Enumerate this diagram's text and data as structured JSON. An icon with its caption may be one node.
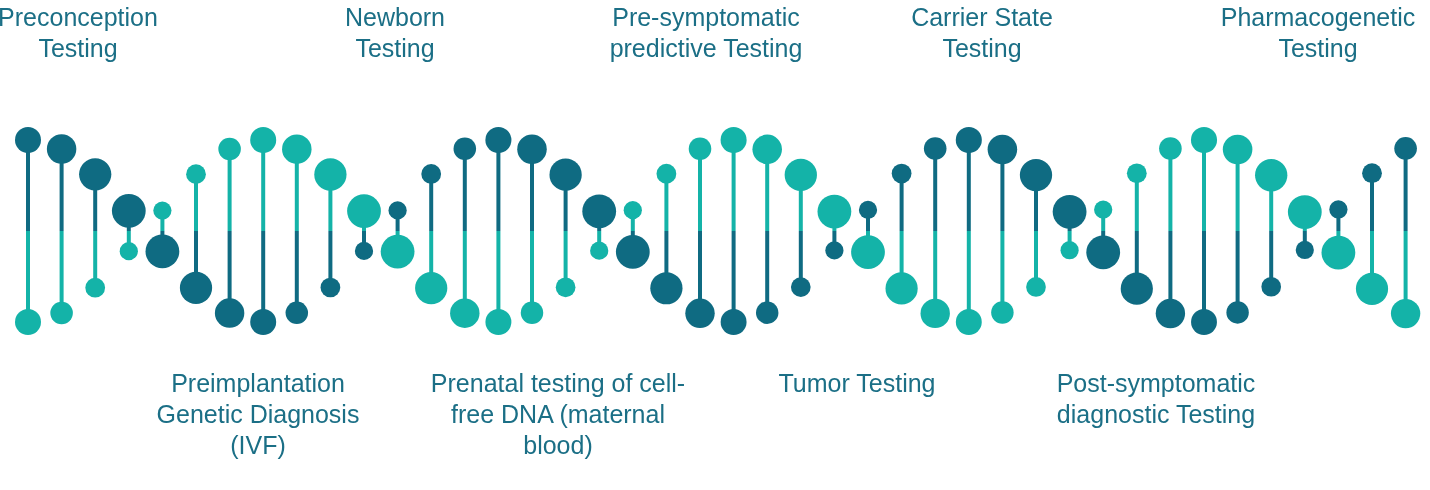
{
  "diagram": {
    "labels": [
      "Preconception Testing",
      "Newborn Testing",
      "Pre-symptomatic predictive Testing",
      "Carrier State Testing",
      "Pharmacogenetic Testing",
      "Preimplantation Genetic Diagnosis (IVF)",
      "Prenatal testing of cell-free DNA (maternal blood)",
      "Tumor Testing",
      "Post-symptomatic diagnostic Testing"
    ]
  }
}
